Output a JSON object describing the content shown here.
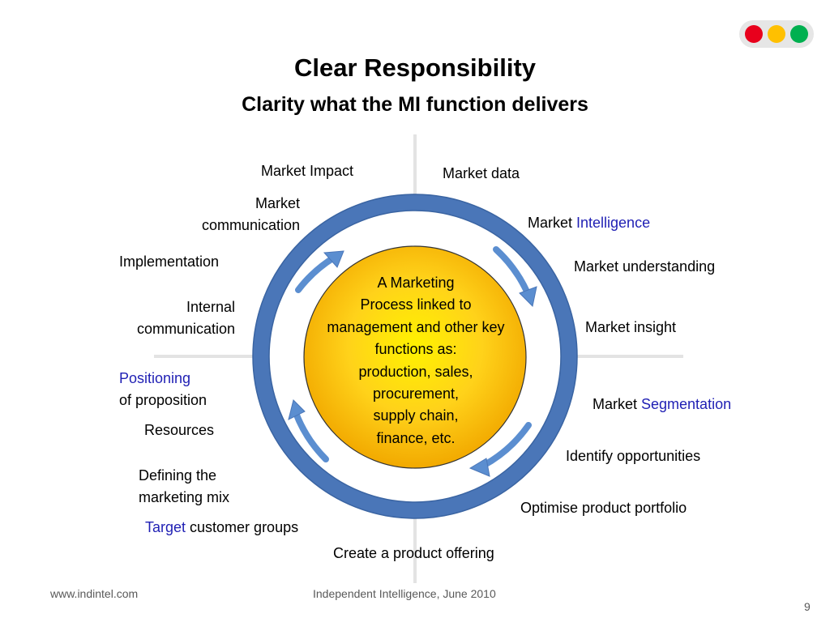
{
  "title": "Clear Responsibility",
  "subtitle": "Clarity what the MI function delivers",
  "indicator_colors": [
    "#e8001c",
    "#ffc000",
    "#00b050"
  ],
  "center_lines": [
    "A Marketing",
    "Process linked to",
    "management and other key",
    "functions as:",
    "production, sales,",
    "procurement,",
    "supply chain,",
    "finance, etc."
  ],
  "labels": {
    "market_impact": "Market Impact",
    "market_data": "Market data",
    "market_communication_1": "Market",
    "market_communication_2": "communication",
    "market_intelligence_prefix": "Market ",
    "market_intelligence_highlight": "Intelligence",
    "implementation": "Implementation",
    "market_understanding": "Market understanding",
    "internal_communication_1": "Internal",
    "internal_communication_2": "communication",
    "market_insight": "Market insight",
    "positioning_highlight": "Positioning",
    "positioning_rest": "of proposition",
    "market_segmentation_prefix": "Market ",
    "market_segmentation_highlight": "Segmentation",
    "resources": "Resources",
    "identify_opportunities": "Identify opportunities",
    "defining_mix_1": "Defining the",
    "defining_mix_2": "marketing mix",
    "optimise_portfolio": "Optimise product portfolio",
    "target_highlight": "Target",
    "target_rest": " customer groups",
    "create_offering": "Create a product offering"
  },
  "footer": {
    "website": "www.indintel.com",
    "company_date": "Independent Intelligence,  June 2010",
    "page_number": "9"
  }
}
